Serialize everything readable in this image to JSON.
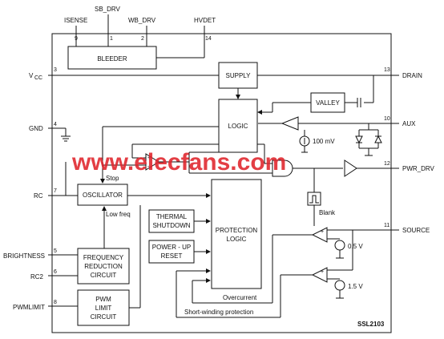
{
  "top_pins": {
    "isense": {
      "name": "ISENSE",
      "num": "9"
    },
    "sb_drv": {
      "name": "SB_DRV",
      "num": "1"
    },
    "wb_drv": {
      "name": "WB_DRV",
      "num": "2"
    },
    "hvdet": {
      "name": "HVDET",
      "num": "14"
    }
  },
  "left_pins": {
    "vcc": {
      "name": "V",
      "sub": "CC",
      "num": "3"
    },
    "gnd": {
      "name": "GND",
      "num": "4"
    },
    "rc": {
      "name": "RC",
      "num": "7"
    },
    "brightness": {
      "name": "BRIGHTNESS",
      "num": "5"
    },
    "rc2": {
      "name": "RC2",
      "num": "6"
    },
    "pwmlimit": {
      "name": "PWMLIMIT",
      "num": "8"
    }
  },
  "right_pins": {
    "drain": {
      "name": "DRAIN",
      "num": "13"
    },
    "aux": {
      "name": "AUX",
      "num": "10"
    },
    "pwr_drv": {
      "name": "PWR_DRV",
      "num": "12"
    },
    "source": {
      "name": "SOURCE",
      "num": "11"
    }
  },
  "blocks": {
    "bleeder": "BLEEDER",
    "supply": "SUPPLY",
    "valley": "VALLEY",
    "logic": "LOGIC",
    "oscillator": "OSCILLATOR",
    "thermal": [
      "THERMAL",
      "SHUTDOWN"
    ],
    "power_up": [
      "POWER - UP",
      "RESET"
    ],
    "protection": [
      "PROTECTION",
      "LOGIC"
    ],
    "freq_reduction": [
      "FREQUENCY",
      "REDUCTION",
      "CIRCUIT"
    ],
    "pwm_limit": [
      "PWM",
      "LIMIT",
      "CIRCUIT"
    ]
  },
  "labels": {
    "v100": "100 mV",
    "stop": "Stop",
    "low_freq": "Low freq",
    "blank": "Blank",
    "v05": "0.5 V",
    "v15": "1.5 V",
    "overcurrent": "Overcurrent",
    "short_winding": "Short-winding protection",
    "chip": "SSL2103"
  },
  "watermark": "www.elecfans.com",
  "colors": {
    "line": "#111111",
    "watermark": "#e0242b"
  }
}
